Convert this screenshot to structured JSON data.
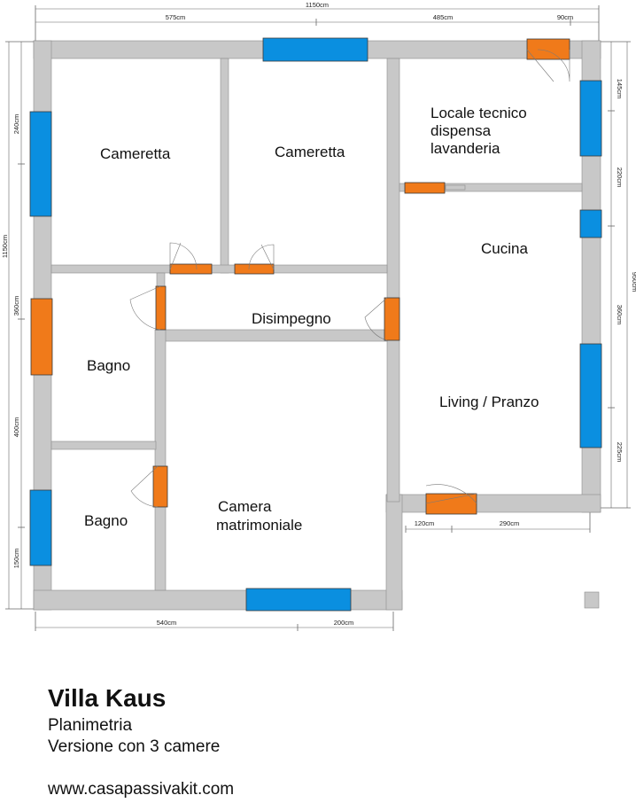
{
  "caption": {
    "title": "Villa Kaus",
    "line1": "Planimetria",
    "line2": "Versione con 3 camere",
    "url": "www.casapassivakit.com"
  },
  "rooms": {
    "cameretta1": "Cameretta",
    "cameretta2": "Cameretta",
    "locale_1": "Locale tecnico",
    "locale_2": "dispensa",
    "locale_3": "lavanderia",
    "cucina": "Cucina",
    "disimpegno": "Disimpegno",
    "bagno1": "Bagno",
    "bagno2": "Bagno",
    "living": "Living / Pranzo",
    "camera_1": "Camera",
    "camera_2": "matrimoniale"
  },
  "dimensions": {
    "top_total": "1150cm",
    "top_left": "575cm",
    "top_mid": "485cm",
    "top_right": "90cm",
    "left_total": "1150cm",
    "left_1": "240cm",
    "left_2": "360cm",
    "left_3": "400cm",
    "left_4": "150cm",
    "right_total": "950cm",
    "right_1": "145cm",
    "right_2": "220cm",
    "right_3": "360cm",
    "right_4": "225cm",
    "bottom_left": "540cm",
    "bottom_right": "200cm",
    "step_left": "120cm",
    "step_right": "290cm"
  },
  "colors": {
    "wall": "#c8c8c8",
    "window": "#0a8fe0",
    "door": "#f07a1a"
  }
}
